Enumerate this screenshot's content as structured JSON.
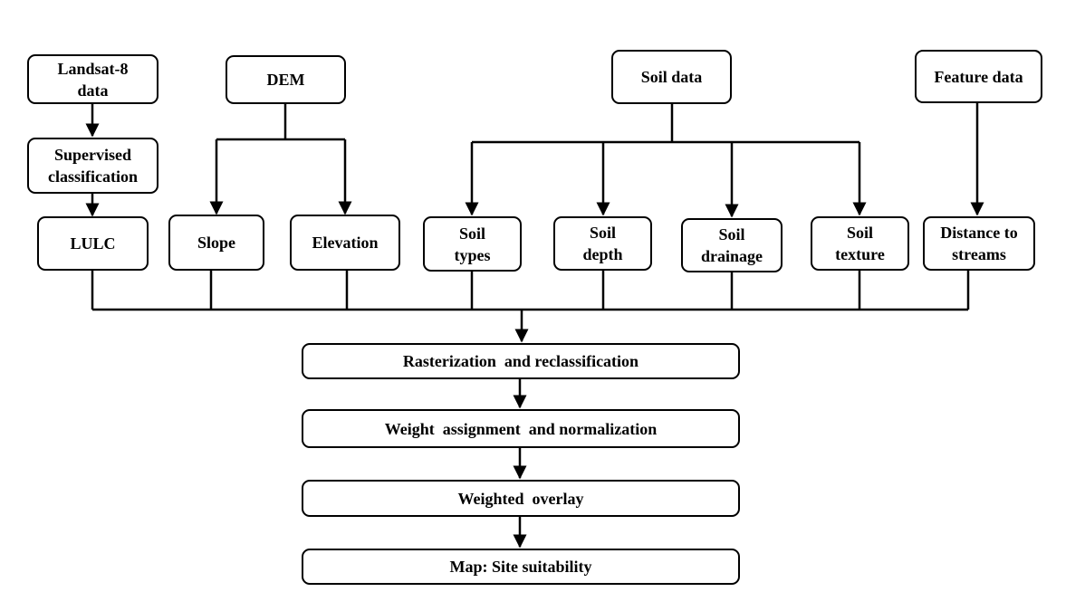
{
  "nodes": {
    "landsat": "Landsat-8 data",
    "dem": "DEM",
    "soil_data": "Soil data",
    "feature_data": "Feature data",
    "supervised": "Supervised classification",
    "lulc": "LULC",
    "slope": "Slope",
    "elevation": "Elevation",
    "soil_types": "Soil types",
    "soil_depth": "Soil depth",
    "soil_drainage": "Soil drainage",
    "soil_texture": "Soil texture",
    "distance_streams": "Distance to streams",
    "rasterization": "Rasterization  and reclassification",
    "weight": "Weight  assignment  and normalization",
    "overlay": "Weighted  overlay",
    "map": "Map: Site suitability"
  },
  "colors": {
    "stroke": "#000000",
    "fill": "#ffffff"
  }
}
